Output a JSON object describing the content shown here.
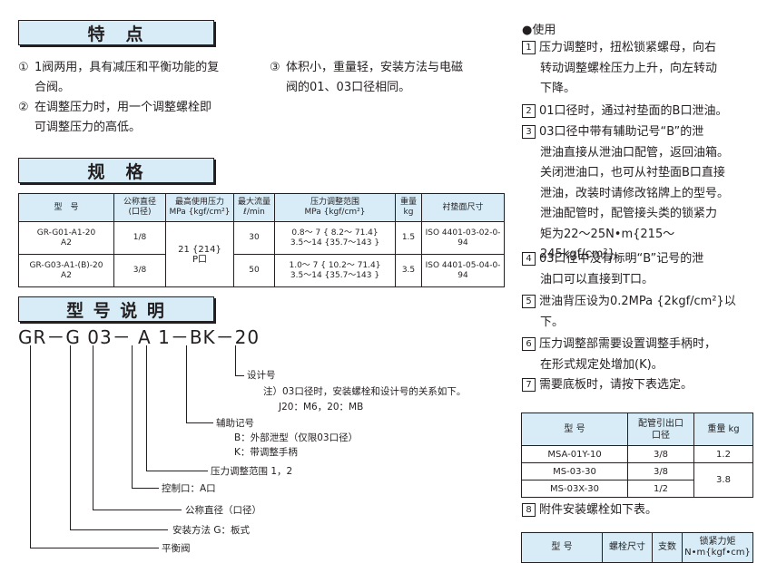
{
  "features": {
    "title": "特　点",
    "items": [
      {
        "num": "①",
        "l1": "1阀两用，具有减压和平衡功能的复",
        "l2": "合阀。"
      },
      {
        "num": "②",
        "l1": "在调整压力时，用一个调整螺栓即",
        "l2": "可调整压力的高低。"
      },
      {
        "num": "③",
        "l1": "体积小，重量轻，安装方法与电磁",
        "l2": "阀的01、03口径相同。"
      }
    ]
  },
  "specs": {
    "title": "规　格",
    "headers": [
      "型　号",
      "公称直径\n(口径)",
      "最高使用压力\nMPa {kgf/cm²}",
      "最大流量\nℓ/min",
      "压力调整范围\nMPa {kgf/cm²}",
      "重量\nkg",
      "衬垫面尺寸"
    ],
    "rows": [
      {
        "model": "GR-G01-A1-20\nA2",
        "size": "1/8",
        "flow": "30",
        "range": "0.8～ 7 { 8.2～ 71.4}\n3.5～14 {35.7～143 }",
        "weight": "1.5",
        "pad": "ISO 4401-03-02-0-94"
      },
      {
        "model": "GR-G03-A1-(B)-20\nA2",
        "size": "3/8",
        "flow": "50",
        "range": "1.0～ 7 { 10.2～ 71.4}\n3.5～14 {35.7～143 }",
        "weight": "3.5",
        "pad": "ISO 4401-05-04-0-94"
      }
    ],
    "pressure": "21 {214}\nP口"
  },
  "model_code": {
    "title": "型 号 说 明",
    "code": "GR－G 03－ A 1－BK－20",
    "annotations": [
      {
        "id": "design",
        "text": "设计号"
      },
      {
        "id": "design_note1",
        "text": "注）03口径时，安装螺栓和设计号的关系如下。"
      },
      {
        "id": "design_note2",
        "text": "J20：M6，20：MB"
      },
      {
        "id": "aux",
        "text": "辅助记号"
      },
      {
        "id": "aux_b",
        "text": "B：外部泄型（仅限03口径）"
      },
      {
        "id": "aux_k",
        "text": "K：带调整手柄"
      },
      {
        "id": "range",
        "text": "压力调整范围 1，2"
      },
      {
        "id": "port",
        "text": "控制口：A口"
      },
      {
        "id": "dia",
        "text": "公称直径（口径）"
      },
      {
        "id": "mount",
        "text": "安装方法 G：板式"
      },
      {
        "id": "type",
        "text": "平衡阀"
      }
    ]
  },
  "usage": {
    "title": "●使用",
    "notes": [
      {
        "num": "1",
        "lines": [
          "压力调整时，扭松锁紧螺母，向右",
          "转动调整螺栓压力上升，向左转动",
          "下降。"
        ]
      },
      {
        "num": "2",
        "lines": [
          "01口径时，通过衬垫面的B口泄油。"
        ]
      },
      {
        "num": "3",
        "lines": [
          "03口径中带有辅助记号“B”的泄",
          "泄油直接从泄油口配管，返回油箱。",
          "关闭泄油口，也可从衬垫面B口直接",
          "泄油，改装时请修改铭牌上的型号。",
          "泄油配管时，配管接头类的锁紧力",
          "矩为22～25N•m{215～245kgf/cm²}。"
        ]
      },
      {
        "num": "4",
        "lines": [
          "03口径中没有标明“B”记号的泄",
          "油口可以直接到T口。"
        ]
      },
      {
        "num": "5",
        "lines": [
          "泄油背压设为0.2MPa {2kgf/cm²}以",
          "下。"
        ]
      },
      {
        "num": "6",
        "lines": [
          "压力调整部需要设置调整手柄时，",
          "在形式规定处增加(K)。"
        ]
      },
      {
        "num": "7",
        "lines": [
          "需要底板时，请按下表选定。"
        ]
      }
    ],
    "note8": {
      "num": "8",
      "text": "附件安装螺栓如下表。"
    }
  },
  "subplate_table": {
    "headers": [
      "型 号",
      "配管引出口\n口径",
      "重量 kg"
    ],
    "rows": [
      {
        "model": "MSA-01Y-10",
        "size": "3/8",
        "weight": "1.2"
      },
      {
        "model": "MS-03-30",
        "size": "3/8",
        "weight": "3.8"
      },
      {
        "model": "MS-03X-30",
        "size": "1/2",
        "weight": ""
      }
    ]
  },
  "bolt_table": {
    "headers": [
      "型 号",
      "螺栓尺寸",
      "支数",
      "锁紧力矩\nN•m{kgf•cm}"
    ]
  }
}
